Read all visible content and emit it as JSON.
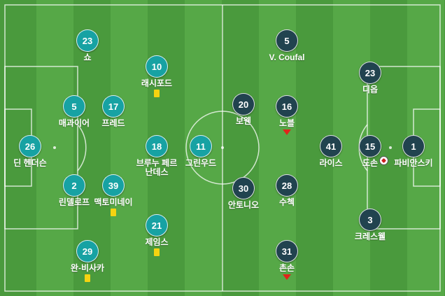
{
  "colors": {
    "pitch": "#4a9a3d",
    "stripe": "#56a847",
    "home_team": "#17a2a3",
    "away_team": "#21434f",
    "yellow_card": "#f5d311",
    "sub_off": "#e0241b"
  },
  "home_players": [
    {
      "number": "23",
      "name": "쇼",
      "card": "",
      "sub_off": false
    },
    {
      "number": "10",
      "name": "래시포드",
      "card": "yellow",
      "sub_off": false
    },
    {
      "number": "5",
      "name": "매과이어",
      "card": "",
      "sub_off": false
    },
    {
      "number": "17",
      "name": "프레드",
      "card": "",
      "sub_off": false
    },
    {
      "number": "26",
      "name": "딘 헨더슨",
      "card": "",
      "sub_off": false
    },
    {
      "number": "18",
      "name": "브루누 페르난데스",
      "card": "",
      "sub_off": false
    },
    {
      "number": "11",
      "name": "그린우드",
      "card": "",
      "sub_off": false
    },
    {
      "number": "2",
      "name": "린델로프",
      "card": "",
      "sub_off": false
    },
    {
      "number": "39",
      "name": "맥토미네이",
      "card": "yellow",
      "sub_off": false
    },
    {
      "number": "21",
      "name": "제임스",
      "card": "yellow",
      "sub_off": false
    },
    {
      "number": "29",
      "name": "완-비사카",
      "card": "yellow",
      "sub_off": false
    }
  ],
  "away_players": [
    {
      "number": "5",
      "name": "V. Coufal",
      "card": "",
      "sub_off": false
    },
    {
      "number": "23",
      "name": "디옵",
      "card": "",
      "sub_off": false
    },
    {
      "number": "20",
      "name": "보웬",
      "card": "",
      "sub_off": false
    },
    {
      "number": "16",
      "name": "노블",
      "card": "",
      "sub_off": true
    },
    {
      "number": "41",
      "name": "라이스",
      "card": "",
      "sub_off": false
    },
    {
      "number": "15",
      "name": "도손",
      "card": "",
      "sub_off": false,
      "goal": true
    },
    {
      "number": "1",
      "name": "파비안스키",
      "card": "",
      "sub_off": false
    },
    {
      "number": "30",
      "name": "안토니오",
      "card": "",
      "sub_off": false
    },
    {
      "number": "28",
      "name": "수첵",
      "card": "",
      "sub_off": false
    },
    {
      "number": "3",
      "name": "크레스웰",
      "card": "",
      "sub_off": false
    },
    {
      "number": "31",
      "name": "촌손",
      "card": "",
      "sub_off": true
    }
  ]
}
